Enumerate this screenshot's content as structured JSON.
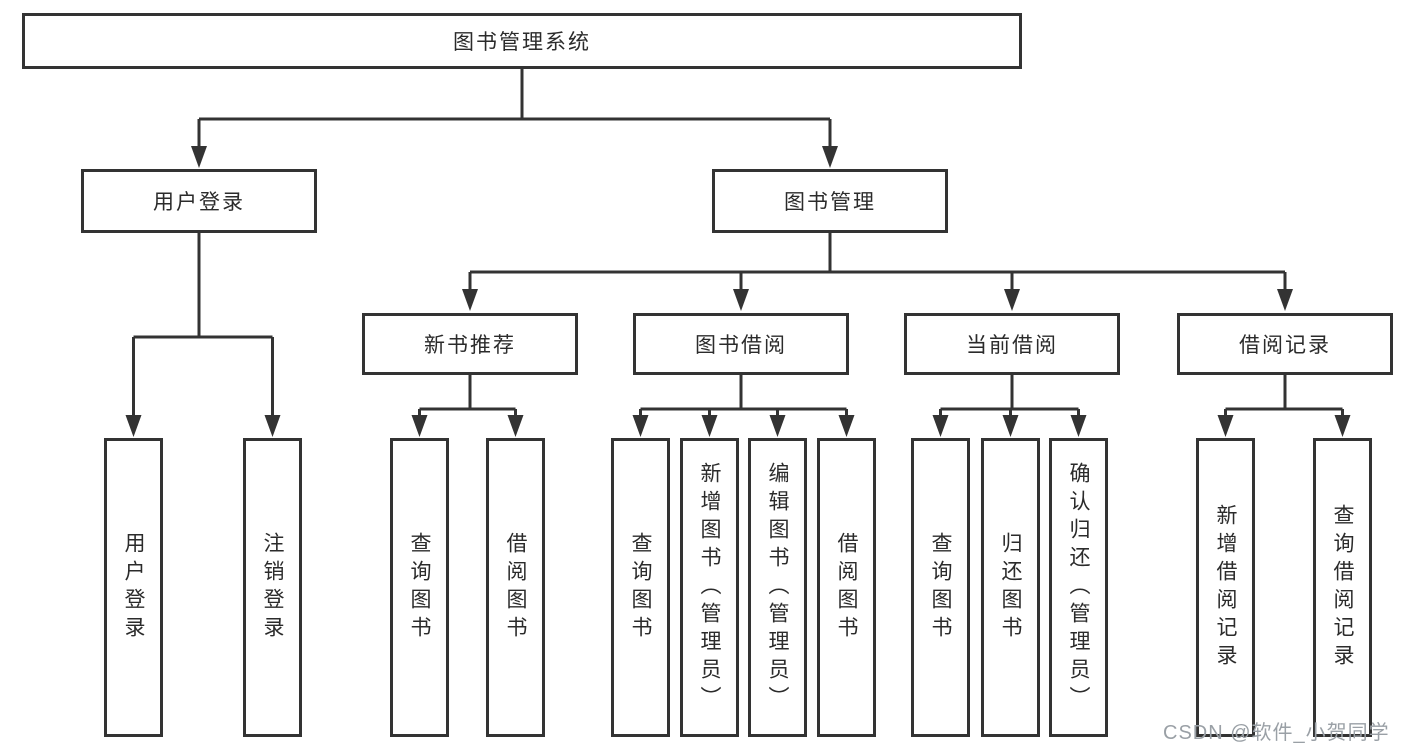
{
  "page": {
    "background": "#ffffff"
  },
  "colors": {
    "box_border": "#333333",
    "connector": "#333333",
    "text": "#2b2b2b",
    "watermark": "#9aa0a6"
  },
  "nodes": {
    "root": "图书管理系统",
    "login": "用户登录",
    "management": "图书管理",
    "new_book_rec": "新书推荐",
    "book_borrow": "图书借阅",
    "current_borrow": "当前借阅",
    "borrow_record": "借阅记录",
    "leaf_user_login": "用户登录",
    "leaf_logout": "注销登录",
    "leaf_rec_query": "查询图书",
    "leaf_rec_borrow": "借阅图书",
    "leaf_bb_query": "查询图书",
    "leaf_bb_add": "新增图书（管理员）",
    "leaf_bb_edit": "编辑图书（管理员）",
    "leaf_bb_borrow": "借阅图书",
    "leaf_cb_query": "查询图书",
    "leaf_cb_return": "归还图书",
    "leaf_cb_confirm": "确认归还（管理员）",
    "leaf_br_add": "新增借阅记录",
    "leaf_br_query": "查询借阅记录"
  },
  "hierarchy": {
    "图书管理系统": {
      "用户登录": [
        "用户登录",
        "注销登录"
      ],
      "图书管理": {
        "新书推荐": [
          "查询图书",
          "借阅图书"
        ],
        "图书借阅": [
          "查询图书",
          "新增图书（管理员）",
          "编辑图书（管理员）",
          "借阅图书"
        ],
        "当前借阅": [
          "查询图书",
          "归还图书",
          "确认归还（管理员）"
        ],
        "借阅记录": [
          "新增借阅记录",
          "查询借阅记录"
        ]
      }
    }
  },
  "watermark": "CSDN @软件_小贺同学"
}
